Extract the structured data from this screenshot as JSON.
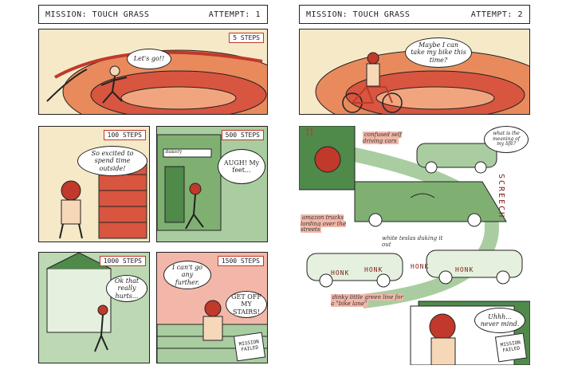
{
  "left": {
    "header": {
      "mission": "MISSION: TOUCH GRASS",
      "attempt": "ATTEMPT: 1"
    },
    "panels": [
      {
        "badge": "5 STEPS",
        "bubble": "Let's go!!"
      },
      {
        "badge": "100 STEPS",
        "bubble": "So excited to spend time outside!"
      },
      {
        "badge": "500 STEPS",
        "bubble": "AUGH! My feet...",
        "sign": "Bakery"
      },
      {
        "badge": "1000 STEPS",
        "bubble": "Ok that really hurts..."
      },
      {
        "badge": "1500 STEPS",
        "bubble1": "I can't go any further.",
        "bubble2": "GET OFF MY STAIRS!",
        "stamp": "MISSION FAILED"
      }
    ]
  },
  "right": {
    "header": {
      "mission": "MISSION: TOUCH GRASS",
      "attempt": "ATTEMPT: 2"
    },
    "panel1": {
      "bubble": "Maybe I can take my bike this time?"
    },
    "panel2": {
      "exclaim": "!!",
      "labels": {
        "confused": "confused self driving cars",
        "meaning": "what is the meaning of my life?",
        "screech": "SCREECH",
        "amazon": "amazon trucks lording over the streets",
        "tesla": "white teslas duking it out",
        "honk1": "HONK",
        "honk2": "HONK",
        "honk3": "HONK",
        "honk4": "HONK",
        "bikelane": "dinky little green line for a \"bike lane\""
      }
    },
    "panel3": {
      "bubble": "Uhhh... never mind.",
      "stamp": "MISSION FAILED"
    }
  },
  "colors": {
    "red": "#c0392b",
    "green": "#4f8a4a",
    "cream": "#f6e9c8",
    "ink": "#222222"
  }
}
